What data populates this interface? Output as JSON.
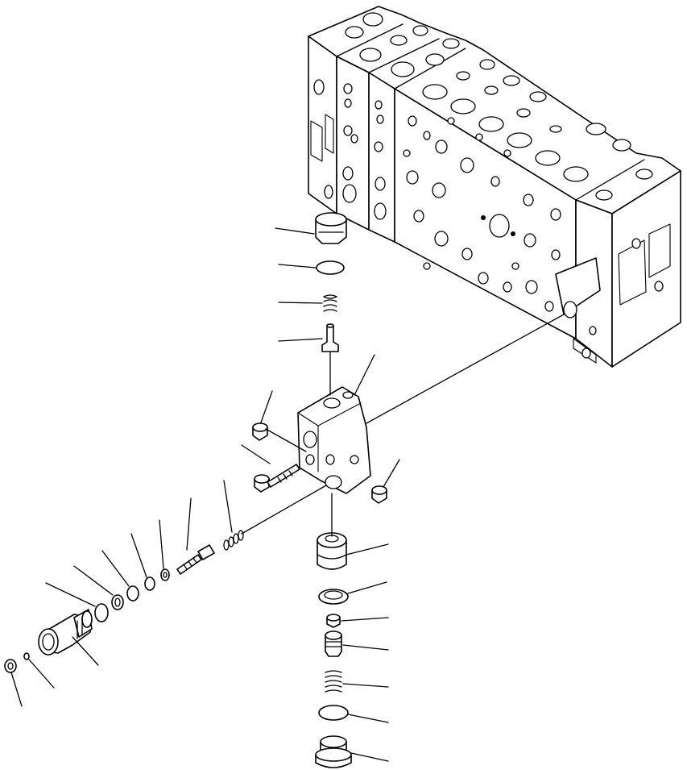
{
  "diagram": {
    "kind": "exploded-parts-view",
    "colors": {
      "line": "#000000",
      "background": "#ffffff"
    },
    "parts": [
      "control-valve-body",
      "plug-top",
      "o-ring-top",
      "spring-top",
      "poppet-top",
      "valve-block",
      "bolt-upper",
      "bolt-long",
      "bolt-lower",
      "spring-side",
      "screw-adjust",
      "seal-ring-1",
      "seal-ring-2",
      "seal-ring-3",
      "seal-ring-4",
      "cartridge-spool",
      "o-ring-small",
      "plug-small",
      "sleeve",
      "cap-ring",
      "nut-small",
      "valve-poppet",
      "spring-bottom",
      "o-ring-bottom",
      "plug-bottom"
    ]
  }
}
